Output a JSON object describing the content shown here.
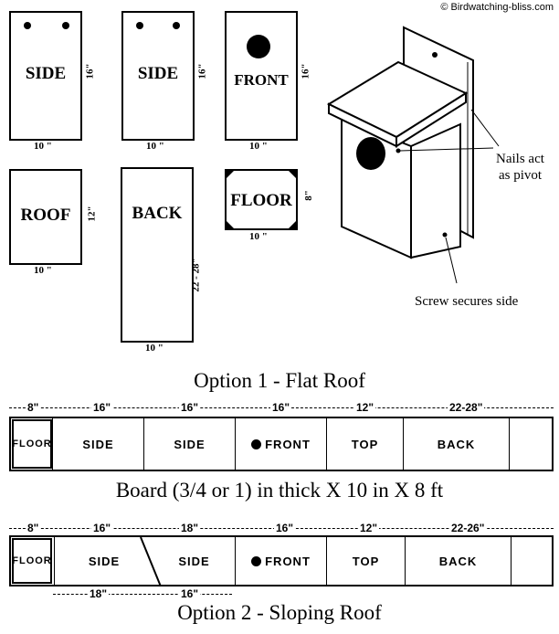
{
  "copyright": "© Birdwatching-bliss.com",
  "panels": {
    "side1": {
      "label": "SIDE",
      "width": "10 \"",
      "height": "16\""
    },
    "side2": {
      "label": "SIDE",
      "width": "10 \"",
      "height": "16\""
    },
    "front": {
      "label": "FRONT",
      "width": "10 \"",
      "height": "16\""
    },
    "roof": {
      "label": "ROOF",
      "width": "10 \"",
      "height": "12\""
    },
    "back": {
      "label": "BACK",
      "width": "10 \"",
      "height": "22 - 28\""
    },
    "floor": {
      "label": "FLOOR",
      "width": "10 \"",
      "height": "8\""
    }
  },
  "callouts": {
    "nails_line1": "Nails act",
    "nails_line2": "as pivot",
    "screw": "Screw secures side"
  },
  "option1": {
    "title": "Option 1 - Flat Roof",
    "dims": [
      "8\"",
      "16\"",
      "16\"",
      "16\"",
      "12\"",
      "22-28\""
    ],
    "segments": [
      "FLOOR",
      "SIDE",
      "SIDE",
      "FRONT",
      "TOP",
      "BACK"
    ]
  },
  "board_note": "Board (3/4 or 1) in thick X 10 in X 8 ft",
  "option2": {
    "title": "Option 2 - Sloping Roof",
    "dims_top": [
      "8\"",
      "16\"",
      "18\"",
      "16\"",
      "12\"",
      "22-26\""
    ],
    "dims_bottom": [
      "18\"",
      "16\""
    ],
    "segments": [
      "FLOOR",
      "SIDE",
      "SIDE",
      "FRONT",
      "TOP",
      "BACK"
    ]
  }
}
